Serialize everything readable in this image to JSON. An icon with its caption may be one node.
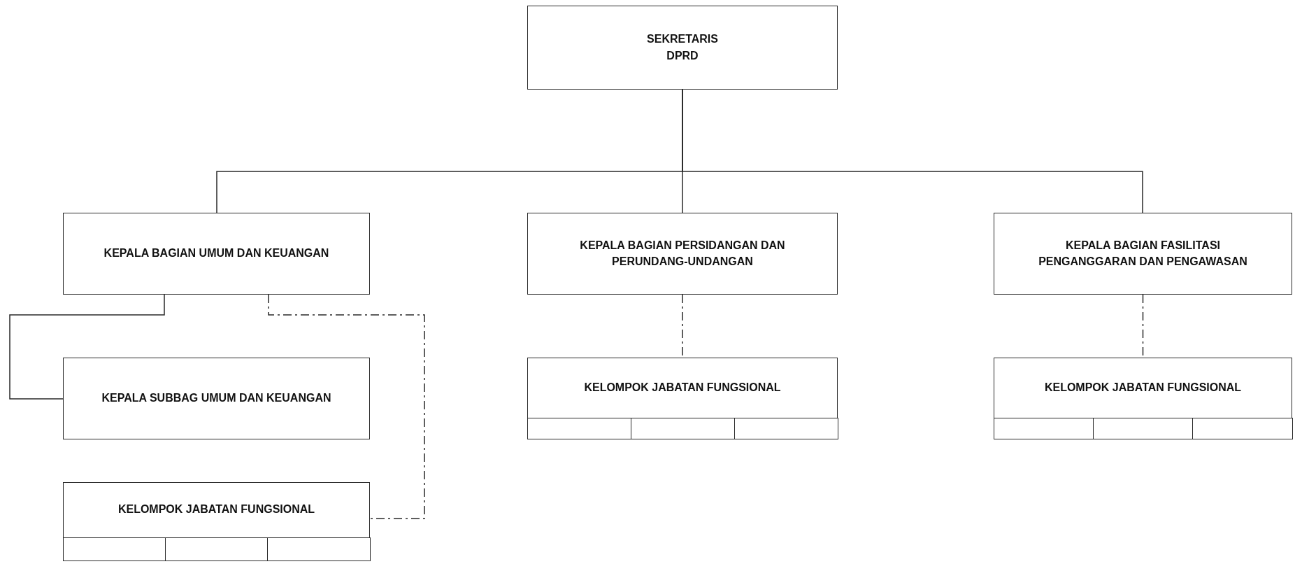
{
  "diagram": {
    "nodes": [
      {
        "text": [
          "SEKRETARIS DPRD"
        ]
      },
      {
        "text": [
          "KEPALA BAGIAN UMUM DAN KEUANGAN"
        ]
      },
      {
        "text": [
          "KEPALA BAGIAN PERSIDANGAN DAN PERUNDANG-UNDANGAN"
        ]
      },
      {
        "text": [
          "KEPALA BAGIAN FASILITASI PENGANGGARAN DAN PENGAWASAN"
        ]
      },
      {
        "text": [
          "KEPALA SUBBAG UMUM DAN KEUANGAN"
        ]
      },
      {
        "text": [
          "KELOMPOK JABATAN FUNGSIONAL"
        ]
      },
      {
        "text": [],
        "shape": "box",
        "in": 5
      },
      {
        "text": [],
        "shape": "box",
        "in": 5
      },
      {
        "text": [],
        "shape": "box",
        "in": 5
      },
      {
        "text": [
          "KELOMPOK JABATAN FUNGSIONAL"
        ]
      },
      {
        "text": [],
        "shape": "box",
        "in": 9
      },
      {
        "text": [],
        "shape": "box",
        "in": 9
      },
      {
        "text": [],
        "shape": "box",
        "in": 9
      },
      {
        "text": [
          "KELOMPOK JABATAN FUNGSIONAL"
        ]
      },
      {
        "text": [],
        "shape": "box",
        "in": 13
      },
      {
        "text": [],
        "shape": "box",
        "in": 13
      },
      {
        "text": [],
        "shape": "box",
        "in": 13
      }
    ],
    "edges": [
      {
        "from": 0,
        "to": 1,
        "arrow": "none"
      },
      {
        "from": 0,
        "to": 2,
        "arrow": "none"
      },
      {
        "from": 0,
        "to": 3,
        "arrow": "none"
      },
      {
        "from": 1,
        "to": 4,
        "arrow": "none"
      },
      {
        "from": 1,
        "to": 13,
        "arrow": "none",
        "style": "dashed"
      },
      {
        "from": 2,
        "to": 5,
        "arrow": "none",
        "style": "dashed"
      },
      {
        "from": 3,
        "to": 9,
        "arrow": "none",
        "style": "dashed"
      }
    ]
  }
}
